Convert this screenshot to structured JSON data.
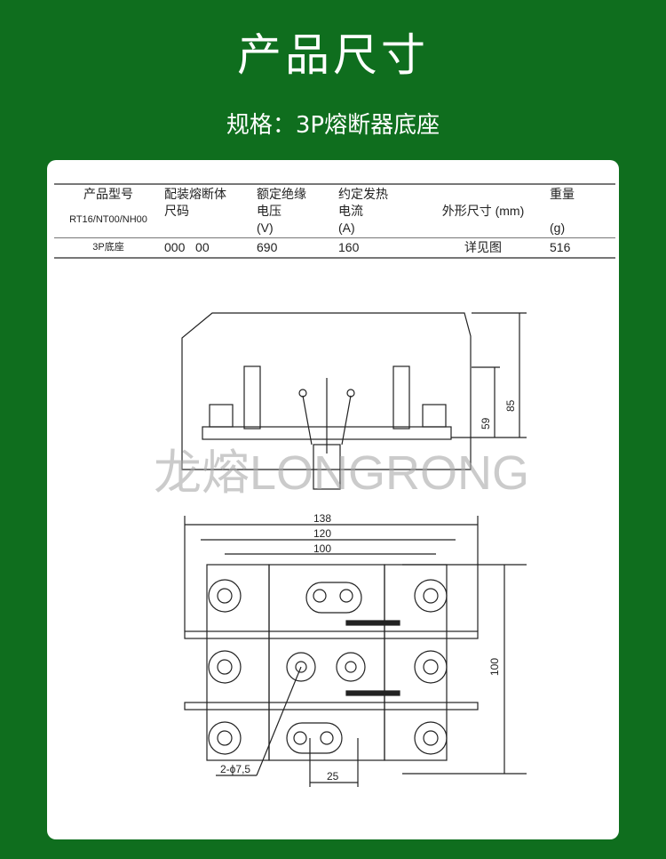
{
  "header": {
    "title": "产品尺寸",
    "subtitle": "规格：3P熔断器底座"
  },
  "table": {
    "model_header": "产品型号",
    "model_line2": "RT16/NT00/NH00",
    "model_value": "3P底座",
    "col_fuse": "配装熔断体",
    "col_fuse2": "尺码",
    "val_fuse": "000   00",
    "col_volt": "额定绝缘",
    "col_volt2": "电压",
    "col_volt3": "(V)",
    "val_volt": "690",
    "col_curr": "约定发热",
    "col_curr2": "电流",
    "col_curr3": "(A)",
    "val_curr": "160",
    "col_dim": "外形尺寸 (mm)",
    "val_dim": "详见图",
    "col_wt": "重量",
    "col_wt3": "(g)",
    "val_wt": "516"
  },
  "drawing": {
    "dim_85": "85",
    "dim_59": "59",
    "dim_138": "138",
    "dim_120": "120",
    "dim_100": "100",
    "dim_100v": "100",
    "dim_25": "25",
    "hole": "2-ϕ7,5"
  },
  "watermark": "龙熔LONGRONG"
}
